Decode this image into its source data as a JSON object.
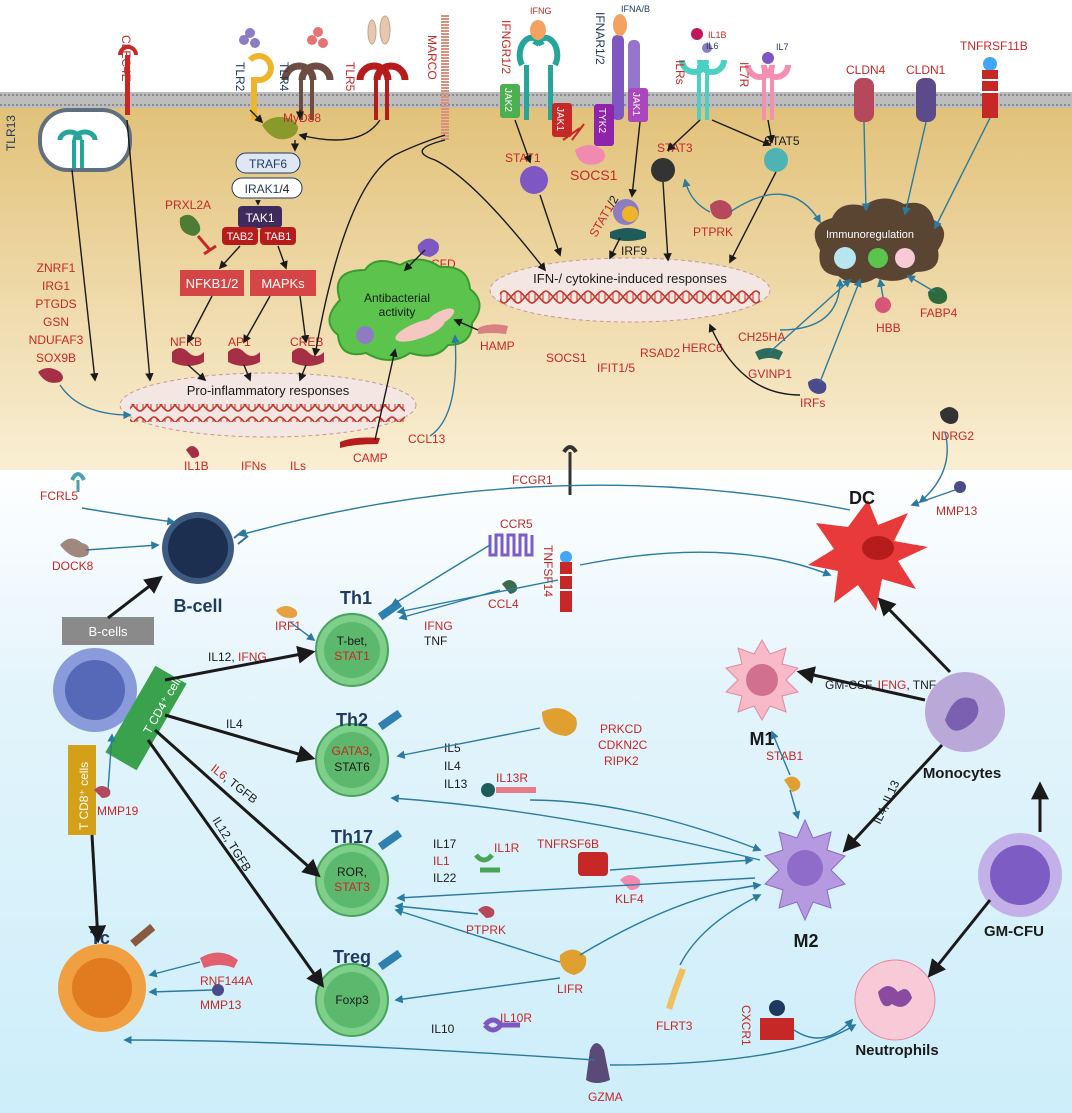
{
  "colors": {
    "red_label": "#c62828",
    "black_label": "#1a1a1a",
    "navy_label": "#1f3a5f",
    "membrane": "#a9a9a9",
    "cytoplasm": "#e6c884",
    "lower_bg": "#d9f1fb",
    "arrow": "#2b7aa0"
  },
  "receptors": {
    "clec4e": "CLEC4E",
    "tlr2": "TLR2",
    "tlr4": "TLR4",
    "tlr5": "TLR5",
    "marco": "MARCO",
    "ifngr": "IFNGR1/2",
    "ifng": "IFNG",
    "ifnar": "IFNAR1/2",
    "ifnab": "IFNA/B",
    "ilrs": "ILRs",
    "il1b_top": "IL1B",
    "il6": "IL6",
    "il7r": "IL7R",
    "il7": "IL7",
    "cldn4": "CLDN4",
    "cldn1": "CLDN1",
    "tnfrsf11b": "TNFRSF11B",
    "tlr13": "TLR13",
    "jak2": "JAK2",
    "jak1a": "JAK1",
    "tyk2": "TYK2",
    "jak1b": "JAK1"
  },
  "signaling": {
    "myd88": "MyD88",
    "traf6": "TRAF6",
    "irak_a": "IRAK1",
    "irak_b": "/4",
    "tak1": "TAK1",
    "tab2": "TAB2",
    "tab1": "TAB1",
    "prxl2a": "PRXL2A",
    "nfkb12": "NFKB1/2",
    "mapks": "MAPKs",
    "nfkb": "NFKB",
    "ap1": "AP1",
    "creb": "CREB",
    "stat1": "STAT1",
    "socs1_top": "SOCS1",
    "stat3": "STAT3",
    "stat5": "STAT5",
    "stat12_a": "STAT1",
    "stat12_b": "/2",
    "irf9": "IRF9",
    "ptprk": "PTPRK",
    "cfd": "CFD"
  },
  "gene_list": [
    "ZNRF1",
    "IRG1",
    "PTGDS",
    "GSN",
    "NDUFAF3",
    "SOX9B"
  ],
  "responses": {
    "pro_inflammatory": "Pro-inflammatory responses",
    "ifn_cytokine": "IFN-/ cytokine-induced responses",
    "antibacterial_1": "Antibacterial",
    "antibacterial_2": "activity",
    "immunoregulation": "Immunoregulation"
  },
  "effectors": {
    "il1b": "IL1B",
    "ifns": "IFNs",
    "ils": "ILs",
    "camp": "CAMP",
    "ccl13": "CCL13",
    "hamp": "HAMP",
    "socs1": "SOCS1",
    "ifit": "IFIT1/5",
    "rsad2": "RSAD2",
    "herc6": "HERC6",
    "ch25ha": "CH25HA",
    "hbb": "HBB",
    "fabp4": "FABP4",
    "gvinp1": "GVINP1",
    "irfs": "IRFs"
  },
  "cells": {
    "b_cell": "B-cell",
    "th1": "Th1",
    "th1_core_a": "T-bet,",
    "th1_core_b": "STAT1",
    "th2": "Th2",
    "th2_core_a": "GATA3",
    "th2_core_sep": ",",
    "th2_core_b": "STAT6",
    "th17": "Th17",
    "th17_core_a": "ROR,",
    "th17_core_b": "STAT3",
    "treg": "Treg",
    "treg_core": "Foxp3",
    "tc": "Tc",
    "dc": "DC",
    "m1": "M1",
    "m2": "M2",
    "monocytes": "Monocytes",
    "gmcfu": "GM-CFU",
    "neutrophils": "Neutrophils",
    "b_cells_banner": "B-cells",
    "tcd4_banner": "T CD4⁺ cells",
    "tcd8_banner": "T CD8⁺ cells"
  },
  "lower_labels": {
    "fcrl5": "FCRL5",
    "dock8": "DOCK8",
    "fcgr1": "FCGR1",
    "ndrg2": "NDRG2",
    "mmp13_dc": "MMP13",
    "ccr5": "CCR5",
    "tnfsf14": "TNFSF14",
    "irf1": "IRF1",
    "ccl4": "CCL4",
    "th1_ifng": "IFNG",
    "th1_tnf": "TNF",
    "il12_a": "IL12, ",
    "il12_b": "IFNG",
    "il4": "IL4",
    "il6_a": "IL6",
    "il6_b": ", TGFB",
    "il12tgfb": "IL12, TGFB",
    "th2_il5": "IL5",
    "th2_il4": "IL4",
    "th2_il13": "IL13",
    "prkcd": "PRKCD",
    "cdkn2c": "CDKN2C",
    "ripk2": "RIPK2",
    "il13r": "IL13R",
    "th17_il17": "IL17",
    "th17_il1": "IL1",
    "th17_il22": "IL22",
    "il1r": "IL1R",
    "tnfrsf6b": "TNFRSF6B",
    "klf4": "KLF4",
    "ptprk_low": "PTPRK",
    "lifr": "LIFR",
    "il10": "IL10",
    "il10r": "IL10R",
    "mmp19": "MMP19",
    "rnf144a": "RNF144A",
    "mmp13_tc": "MMP13",
    "gzma": "GZMA",
    "flrt3": "FLRT3",
    "cxcr1": "CXCR1",
    "stab1": "STAB1",
    "gmcsf_a": "GM-CSF, ",
    "gmcsf_b": "IFNG",
    "gmcsf_c": ", TNF",
    "il4il13": "IL4, IL13"
  }
}
